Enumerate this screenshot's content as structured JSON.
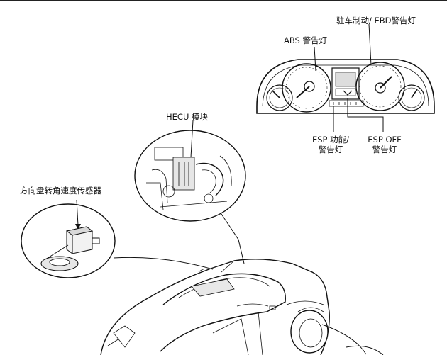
{
  "labels": {
    "parking_ebd": "驻车制动/ EBD警告灯",
    "abs": "ABS 警告灯",
    "hecu": "HECU 模块",
    "esp_function_l1": "ESP 功能/",
    "esp_function_l2": "警告灯",
    "esp_off_l1": "ESP OFF",
    "esp_off_l2": "警告灯",
    "steering_sensor": "方向盘转角速度传感器"
  },
  "colors": {
    "line": "#111111",
    "shade": "#9a9a9a",
    "paper": "#ffffff"
  }
}
